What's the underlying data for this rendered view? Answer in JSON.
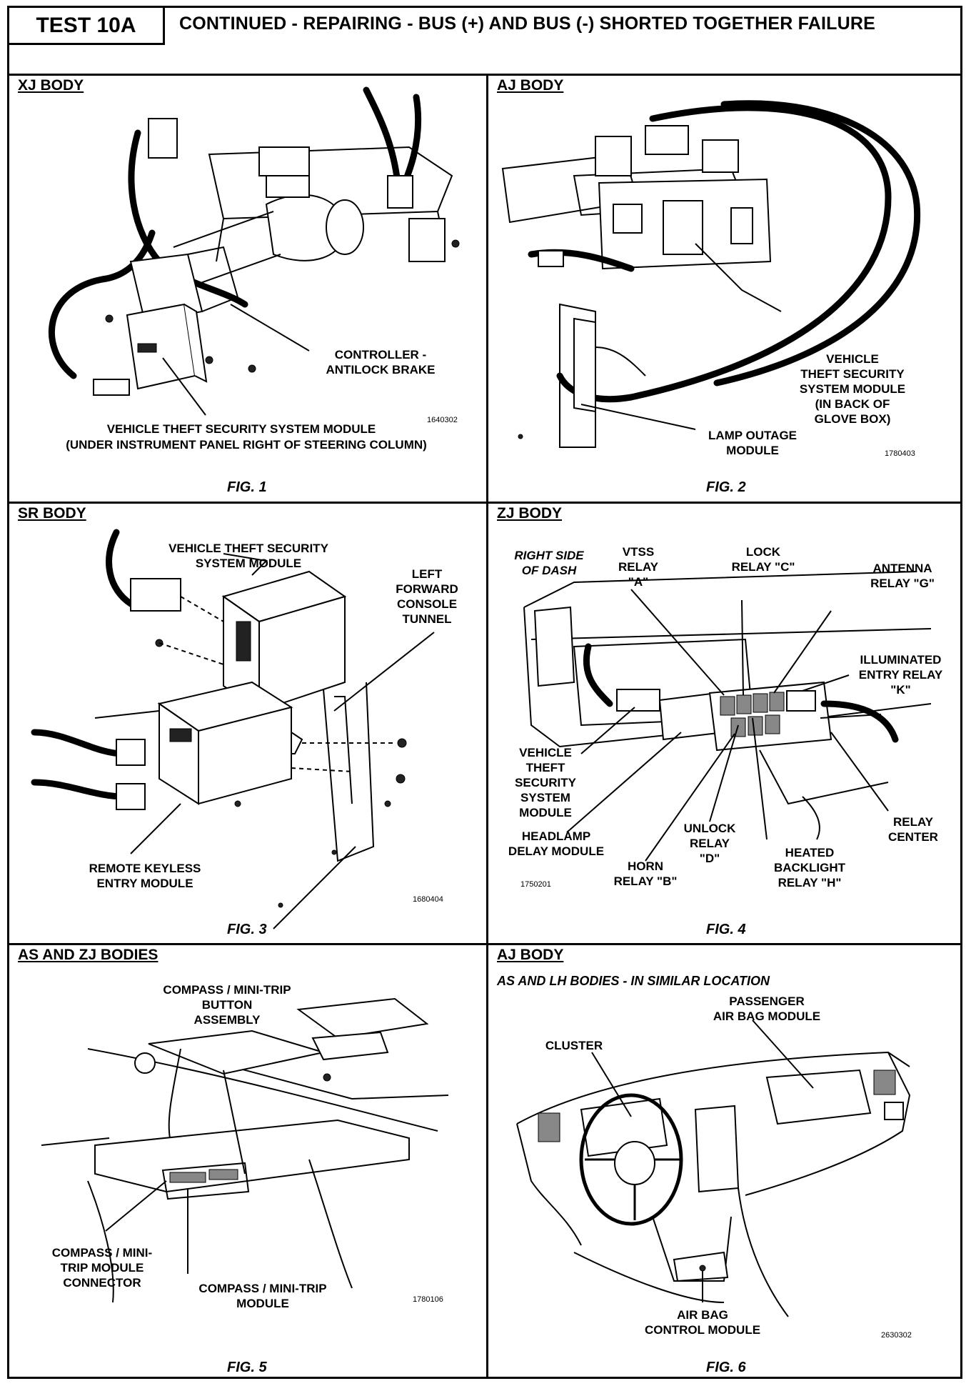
{
  "header": {
    "test_id": "TEST 10A",
    "title": "CONTINUED -  REPAIRING - BUS (+) AND BUS (-) SHORTED TOGETHER FAILURE"
  },
  "panels": [
    {
      "title": "XJ BODY",
      "figure": "FIG. 1",
      "code": "1640302",
      "labels": [
        "CONTROLLER -",
        "ANTILOCK BRAKE",
        "VEHICLE THEFT SECURITY SYSTEM MODULE",
        "(UNDER INSTRUMENT PANEL RIGHT OF STEERING COLUMN)"
      ]
    },
    {
      "title": "AJ BODY",
      "figure": "FIG. 2",
      "code": "1780403",
      "labels": [
        "VEHICLE",
        "THEFT SECURITY",
        "SYSTEM MODULE",
        "(IN BACK OF",
        "GLOVE BOX)",
        "LAMP OUTAGE",
        "MODULE"
      ]
    },
    {
      "title": "SR BODY",
      "figure": "FIG. 3",
      "code": "1680404",
      "labels": [
        "VEHICLE THEFT SECURITY",
        "SYSTEM MODULE",
        "LEFT",
        "FORWARD",
        "CONSOLE",
        "TUNNEL",
        "REMOTE KEYLESS",
        "ENTRY MODULE"
      ]
    },
    {
      "title": "ZJ BODY",
      "figure": "FIG. 4",
      "code": "1750201",
      "labels": [
        "RIGHT SIDE",
        "OF DASH",
        "VTSS",
        "RELAY",
        "\"A\"",
        "LOCK",
        "RELAY \"C\"",
        "ANTENNA",
        "RELAY \"G\"",
        "ILLUMINATED",
        "ENTRY RELAY",
        "\"K\"",
        "VEHICLE",
        "THEFT",
        "SECURITY",
        "SYSTEM",
        "MODULE",
        "RELAY",
        "CENTER",
        "HEADLAMP",
        "DELAY MODULE",
        "UNLOCK",
        "RELAY",
        "\"D\"",
        "HEATED",
        "BACKLIGHT",
        "RELAY \"H\"",
        "HORN",
        "RELAY \"B\""
      ]
    },
    {
      "title": "AS AND ZJ BODIES",
      "figure": "FIG. 5",
      "code": "1780106",
      "labels": [
        "COMPASS / MINI-TRIP",
        "BUTTON",
        "ASSEMBLY",
        "COMPASS / MINI-",
        "TRIP MODULE",
        "CONNECTOR",
        "COMPASS / MINI-TRIP",
        "MODULE"
      ]
    },
    {
      "title": "AJ BODY",
      "subtitle": "AS AND LH BODIES - IN SIMILAR LOCATION",
      "figure": "FIG. 6",
      "code": "2630302",
      "labels": [
        "PASSENGER",
        "AIR BAG MODULE",
        "CLUSTER",
        "AIR BAG",
        "CONTROL MODULE"
      ]
    }
  ]
}
